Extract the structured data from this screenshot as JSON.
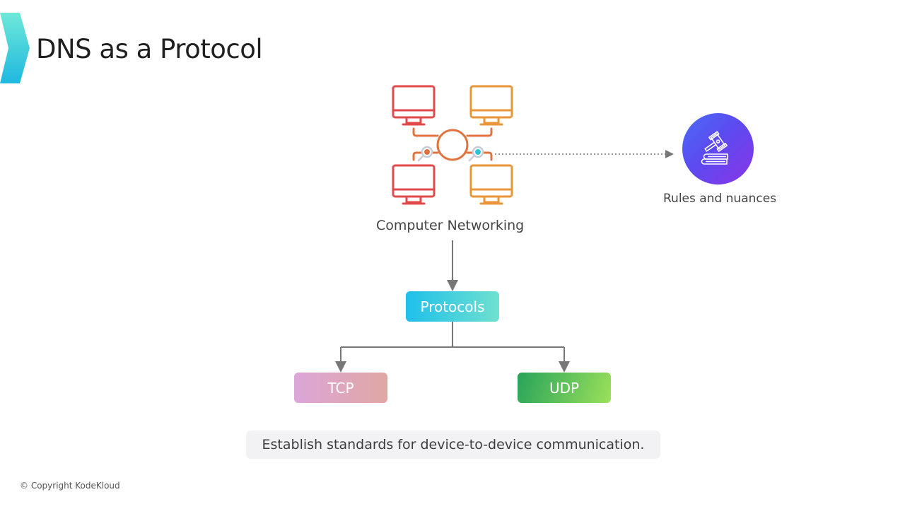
{
  "slide": {
    "title": "DNS as a Protocol",
    "copyright": "© Copyright KodeKloud"
  },
  "diagram": {
    "networking": {
      "label": "Computer Networking",
      "icon": "computer-network-icon",
      "colors": {
        "left": "#e04a4a",
        "right": "#e8963a"
      }
    },
    "rules": {
      "label": "Rules and nuances",
      "icon": "gavel-books-icon",
      "gradient": [
        "#4a6cf5",
        "#8a35e6"
      ]
    },
    "protocols": {
      "label": "Protocols",
      "gradient": [
        "#1ec0ea",
        "#6fe0cf"
      ]
    },
    "children": [
      {
        "label": "TCP",
        "gradient": [
          "#dca6d8",
          "#e0a7a3"
        ]
      },
      {
        "label": "UDP",
        "gradient": [
          "#27a35a",
          "#9be05a"
        ]
      }
    ],
    "edges": [
      {
        "from": "Computer Networking",
        "to": "Rules and nuances",
        "style": "dotted"
      },
      {
        "from": "Computer Networking",
        "to": "Protocols",
        "style": "solid"
      },
      {
        "from": "Protocols",
        "to": "TCP",
        "style": "solid"
      },
      {
        "from": "Protocols",
        "to": "UDP",
        "style": "solid"
      }
    ]
  },
  "caption": "Establish standards for device-to-device communication."
}
